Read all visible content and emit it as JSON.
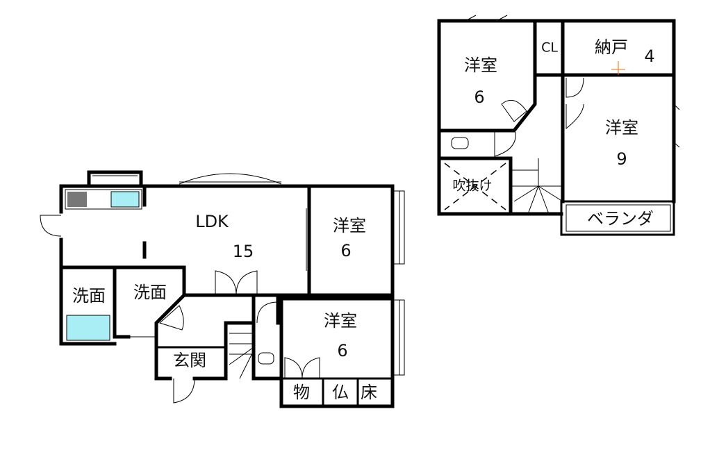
{
  "ground_floor": {
    "ldk": {
      "name": "LDK",
      "size": "15"
    },
    "western_room_east": {
      "name": "洋室",
      "size": "6"
    },
    "western_room_south": {
      "name": "洋室",
      "size": "6"
    },
    "washroom_bath": {
      "name": "洗面"
    },
    "washroom": {
      "name": "洗面"
    },
    "entrance": {
      "name": "玄関"
    },
    "storage": {
      "name": "物"
    },
    "altar": {
      "name": "仏"
    },
    "alcove": {
      "name": "床"
    }
  },
  "upper_floor": {
    "western_room_west": {
      "name": "洋室",
      "size": "6"
    },
    "closet": {
      "name": "CL"
    },
    "storeroom": {
      "name": "納戸",
      "size": "4"
    },
    "western_room_east": {
      "name": "洋室",
      "size": "9"
    },
    "atrium": {
      "name": "吹抜け"
    },
    "balcony": {
      "name": "ベランダ"
    }
  },
  "colors": {
    "bath": "#aaeef5",
    "marker": "#ff6a00"
  }
}
